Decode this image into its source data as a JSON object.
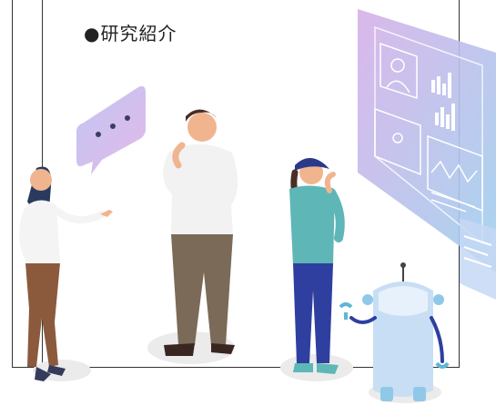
{
  "heading": {
    "bullet": "●",
    "text": "研究紹介"
  },
  "colors": {
    "frame": "#333333",
    "panel_start": "#c9a9e6",
    "panel_end": "#a7d2ee",
    "bubble": "#c9b6ee",
    "shadow": "#ececec"
  },
  "illustration": {
    "people": [
      "woman-waving",
      "man-thinking",
      "woman-cap-thinking"
    ],
    "robot": "robot-character",
    "speech_bubble": "speech-bubble-icon",
    "display": "holographic-display-panel"
  }
}
